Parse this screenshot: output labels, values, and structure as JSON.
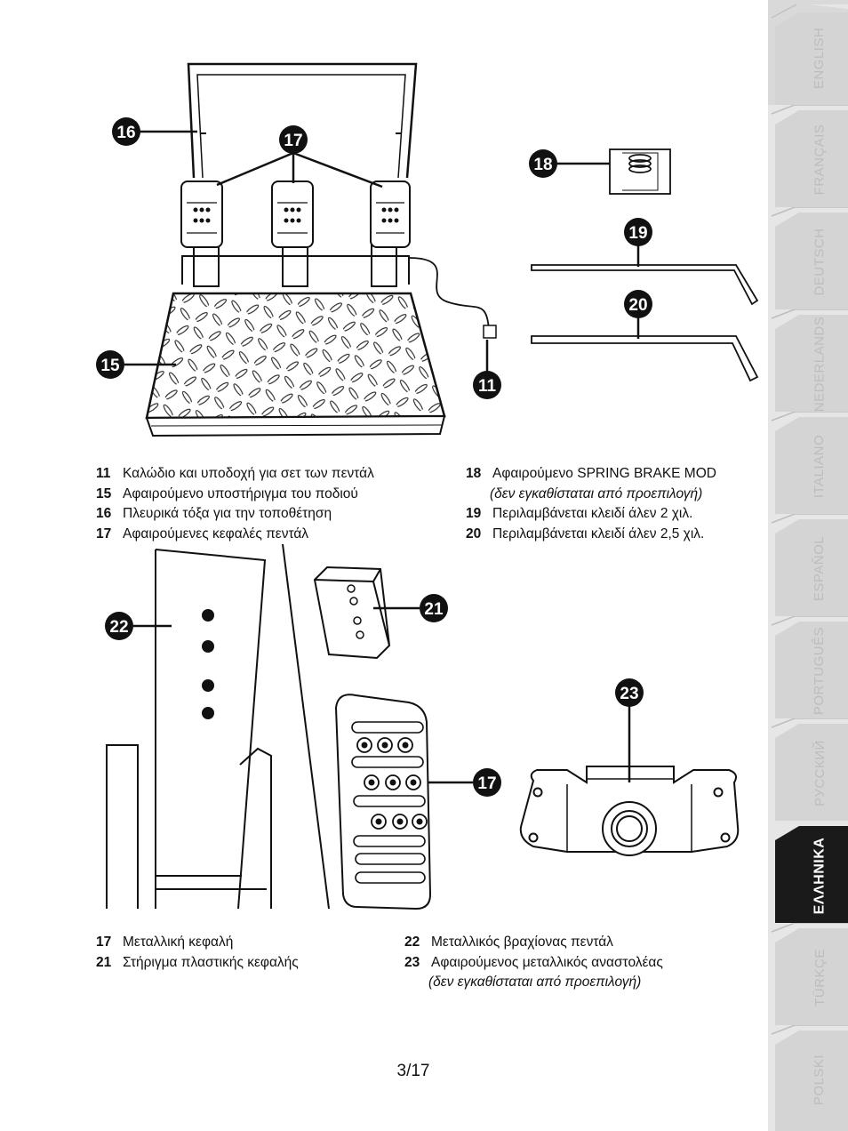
{
  "legend_top_left": [
    {
      "num": "11",
      "text": "Καλώδιο και υποδοχή για σετ των πεντάλ"
    },
    {
      "num": "15",
      "text": "Αφαιρούμενο υποστήριγμα του ποδιού"
    },
    {
      "num": "16",
      "text": "Πλευρικά τόξα για την τοποθέτηση"
    },
    {
      "num": "17",
      "text": "Αφαιρούμενες κεφαλές πεντάλ"
    }
  ],
  "legend_top_right": [
    {
      "num": "18",
      "text": "Αφαιρούμενο SPRING BRAKE MOD",
      "note": "(δεν εγκαθίσταται από προεπιλογή)"
    },
    {
      "num": "19",
      "text": "Περιλαμβάνεται κλειδί άλεν 2 χιλ."
    },
    {
      "num": "20",
      "text": "Περιλαμβάνεται κλειδί άλεν 2,5 χιλ."
    }
  ],
  "legend_bottom_left": [
    {
      "num": "17",
      "text": "Μεταλλική κεφαλή"
    },
    {
      "num": "21",
      "text": "Στήριγμα πλαστικής κεφαλής"
    }
  ],
  "legend_bottom_right": [
    {
      "num": "22",
      "text": "Μεταλλικός βραχίονας πεντάλ"
    },
    {
      "num": "23",
      "text": "Αφαιρούμενος μεταλλικός αναστολέας",
      "note": "(δεν εγκαθίσταται από προεπιλογή)"
    }
  ],
  "callouts": {
    "c16": "16",
    "c17": "17",
    "c18": "18",
    "c19": "19",
    "c20": "20",
    "c15": "15",
    "c11": "11",
    "c22": "22",
    "c21": "21",
    "c17b": "17",
    "c23": "23"
  },
  "page_number": "3/17",
  "language_tabs": [
    "ENGLISH",
    "FRANÇAIS",
    "DEUTSCH",
    "NEDERLANDS",
    "ITALIANO",
    "ESPAÑOL",
    "PORTUGUÊS",
    "РУССКИЙ",
    "ΕΛΛΗΝΙΚΑ",
    "TÜRKÇE",
    "POLSKI"
  ],
  "active_tab": "ΕΛΛΗΝΙΚΑ",
  "colors": {
    "tab_bg": "#d9d9d9",
    "tab_text": "#bdbdbd",
    "active_tab_bg": "#1a1a1a",
    "active_tab_text": "#ffffff"
  }
}
